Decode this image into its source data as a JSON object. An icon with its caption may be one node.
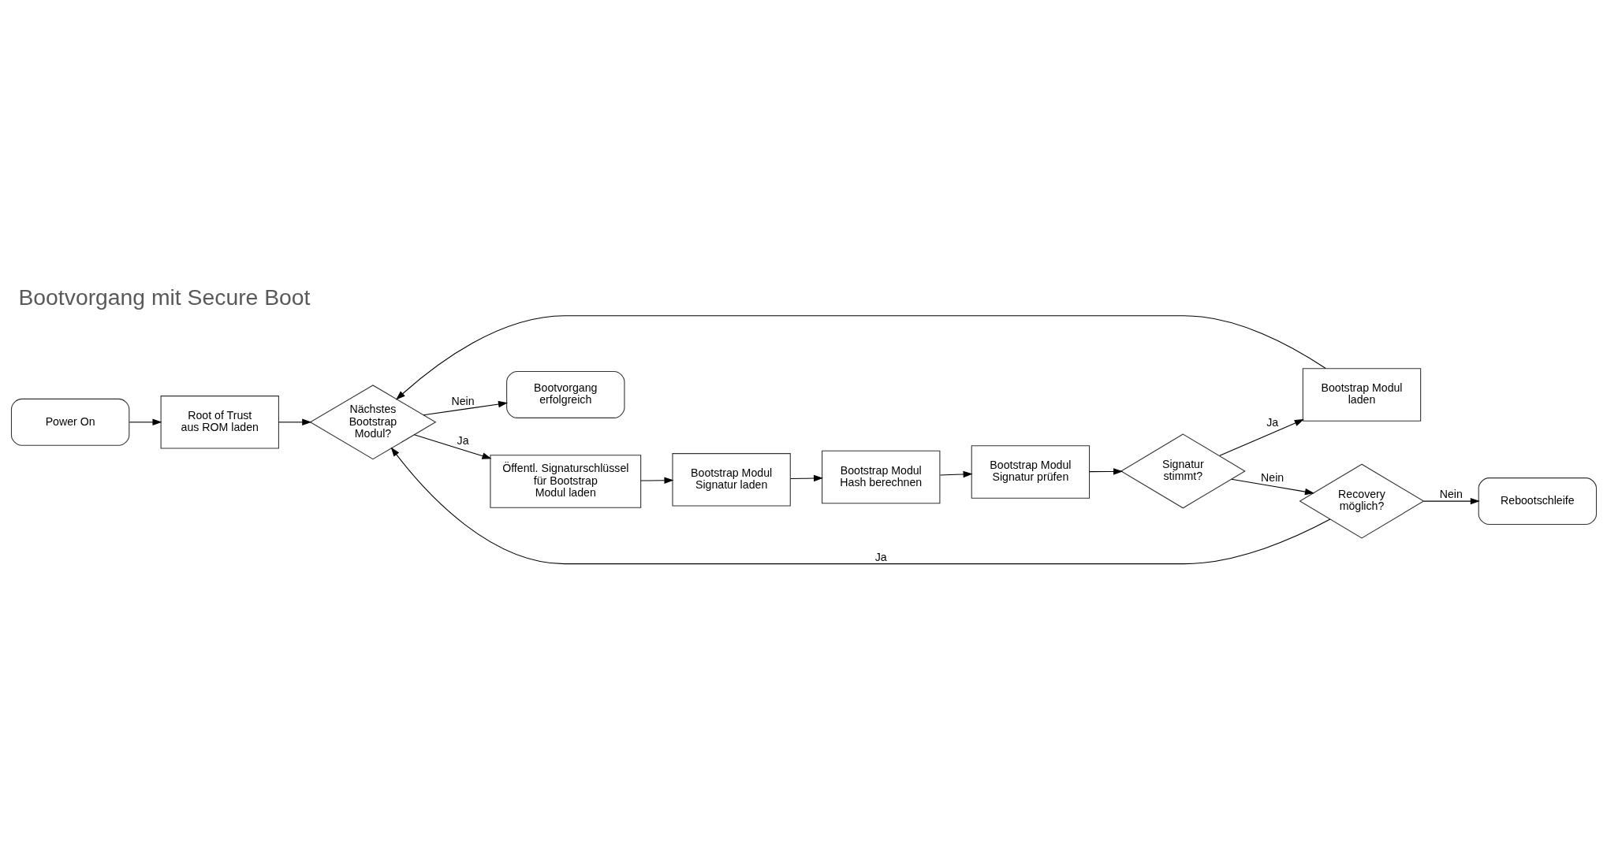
{
  "diagram": {
    "title": "Bootvorgang mit Secure Boot",
    "nodes": [
      {
        "text": [
          "Power On"
        ]
      },
      {
        "text": [
          "Root of Trust aus ROM laden"
        ]
      },
      {
        "text": [
          "Nächstes Bootstrap Modul?"
        ]
      },
      {
        "text": [
          "Öffentl. Signaturschlüssel für Bootstrap Modul laden"
        ]
      },
      {
        "text": [
          "Bootstrap Modul Signatur laden"
        ]
      },
      {
        "text": [
          "Bootstrap Modul Hash berechnen"
        ]
      },
      {
        "text": [
          "Bootstrap Modul Signatur prüfen"
        ]
      },
      {
        "text": [
          "Signatur stimmt?"
        ]
      },
      {
        "text": [
          "Bootstrap Modul laden"
        ]
      },
      {
        "text": [
          "Recovery möglich?"
        ]
      },
      {
        "text": [
          "Rebootschleife"
        ]
      },
      {
        "text": [
          "Bootvorgang erfolgreich"
        ]
      }
    ],
    "edges": [
      {
        "from": 0,
        "to": 1,
        "arrow": "to"
      },
      {
        "from": 1,
        "to": 2,
        "arrow": "to"
      },
      {
        "from": 2,
        "to": 3,
        "arrow": "to",
        "label": "Ja"
      },
      {
        "from": 3,
        "to": 4,
        "arrow": "to"
      },
      {
        "from": 4,
        "to": 5,
        "arrow": "to"
      },
      {
        "from": 5,
        "to": 6,
        "arrow": "to"
      },
      {
        "from": 6,
        "to": 7,
        "arrow": "to"
      },
      {
        "from": 7,
        "to": 8,
        "arrow": "to",
        "label": "Ja"
      },
      {
        "from": 8,
        "to": 2,
        "arrow": "to"
      },
      {
        "from": 7,
        "to": 9,
        "arrow": "to",
        "label": "Nein"
      },
      {
        "from": 9,
        "to": 2,
        "arrow": "to",
        "label": "Ja"
      },
      {
        "from": 9,
        "to": 10,
        "arrow": "to",
        "label": "Nein"
      },
      {
        "from": 2,
        "to": 11,
        "arrow": "to",
        "label": "Nein"
      }
    ]
  }
}
